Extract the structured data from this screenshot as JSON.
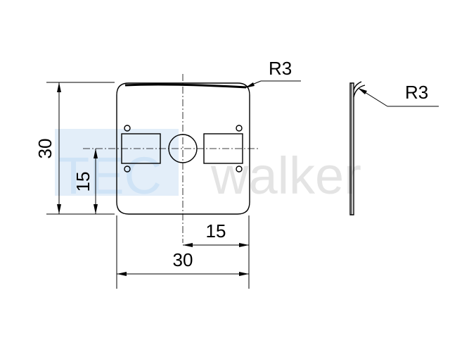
{
  "watermark": {
    "prefix": "TEC",
    "suffix": "walker",
    "prefix_color": "#cfe3f6",
    "suffix_color": "#e4e4e4"
  },
  "dimensions": {
    "height_total": "30",
    "height_half": "15",
    "width_half": "15",
    "width_total": "30",
    "radius_front": "R3",
    "radius_side": "R3"
  }
}
